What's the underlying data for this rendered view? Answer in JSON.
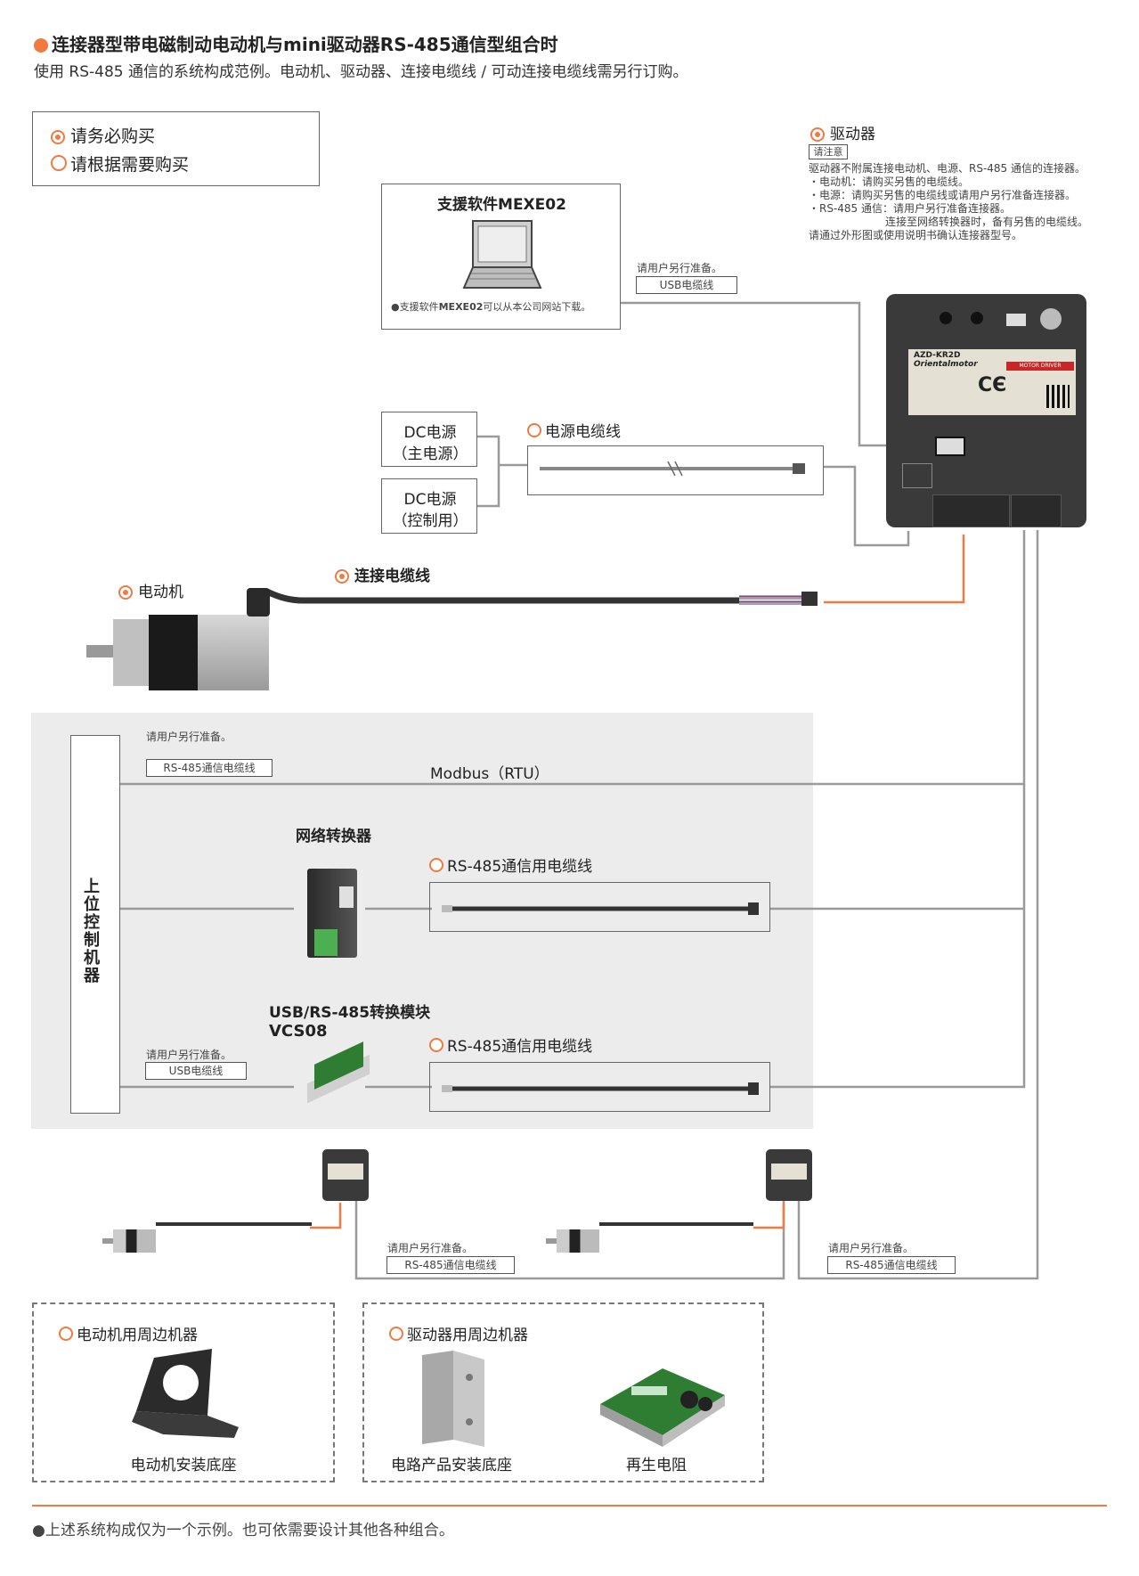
{
  "header": {
    "title": "连接器型带电磁制动电动机与mini驱动器RS-485通信型组合时",
    "subtitle": "使用 RS-485 通信的系统构成范例。电动机、驱动器、连接电缆线 / 可动连接电缆线需另行订购。"
  },
  "legend": {
    "required": "请务必购买",
    "optional": "请根据需要购买"
  },
  "software": {
    "title_prefix": "支援软件",
    "title_name": "MEXE02",
    "note_prefix": "●支援软件",
    "note_name": "MEXE02",
    "note_suffix": "可以从本公司网站下载。",
    "usb_note": "请用户另行准备。",
    "usb_cable": "USB电缆线"
  },
  "driver": {
    "label": "驱动器",
    "attention": "请注意",
    "notes": [
      "驱动器不附属连接电动机、电源、RS-485 通信的连接器。",
      "・电动机：请购买另售的电缆线。",
      "・电源：请购买另售的电缆线或请用户另行准备连接器。",
      "・RS-485 通信：请用户另行准备连接器。",
      "连接至网络转换器时，备有另售的电缆线。",
      "请通过外形图或使用说明书确认连接器型号。"
    ],
    "model": "AZD-KR2D",
    "brand": "Orientalmotor",
    "type": "MOTOR DRIVER"
  },
  "power": {
    "main_line1": "DC电源",
    "main_line2": "（主电源）",
    "ctrl_line1": "DC电源",
    "ctrl_line2": "（控制用）",
    "cable": "电源电缆线"
  },
  "motor": {
    "label": "电动机",
    "cable": "连接电缆线"
  },
  "host": {
    "label": "上位控制机器",
    "note1": "请用户另行准备。",
    "rs485_cable": "RS-485通信电缆线",
    "modbus": "Modbus（RTU）",
    "network_converter": "网络转换器",
    "rs485_comm_cable_1": "RS-485通信用电缆线",
    "usb_module_line1": "USB/RS-485转换模块",
    "usb_module_line2": "VCS08",
    "rs485_comm_cable_2": "RS-485通信用电缆线",
    "note2": "请用户另行准备。",
    "usb_cable": "USB电缆线"
  },
  "chain": {
    "note1": "请用户另行准备。",
    "cable1": "RS-485通信电缆线",
    "note2": "请用户另行准备。",
    "cable2": "RS-485通信电缆线"
  },
  "peripherals": {
    "motor_group": "电动机用周边机器",
    "motor_bracket": "电动机安装底座",
    "driver_group": "驱动器用周边机器",
    "din_mount": "电路产品安装底座",
    "regen": "再生电阻"
  },
  "footer": {
    "note": "●上述系统构成仅为一个示例。也可依需要设计其他各种组合。"
  },
  "colors": {
    "accent": "#f07a40",
    "line": "#9a9a9a",
    "panel": "#ececec"
  }
}
